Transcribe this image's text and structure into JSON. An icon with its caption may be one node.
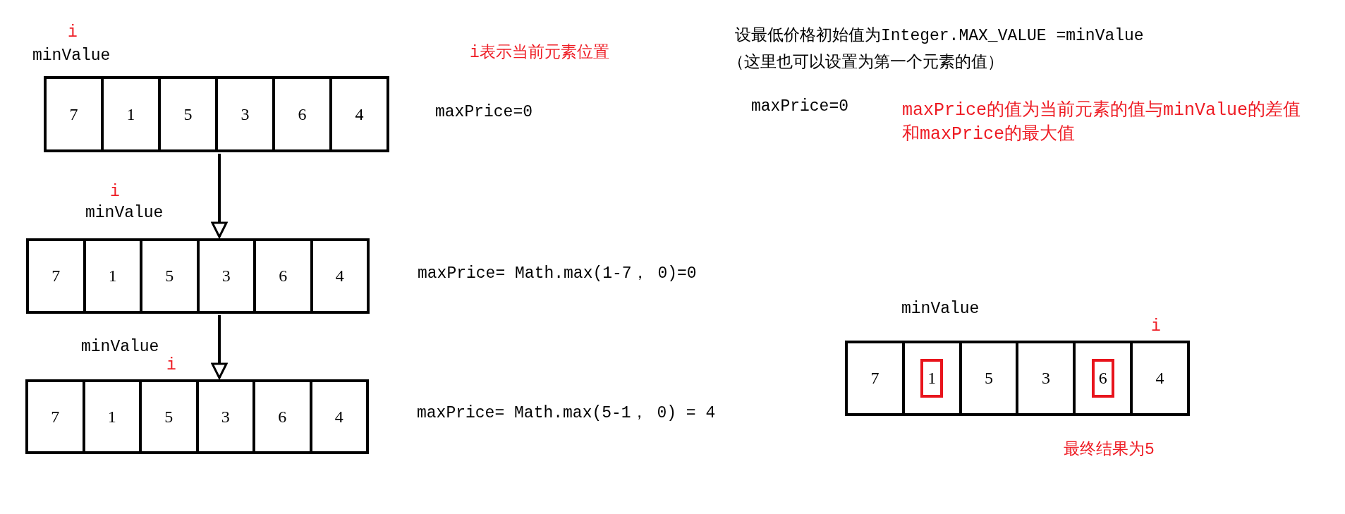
{
  "diagram": {
    "nodes": [
      {
        "text": [],
        "shape": "box"
      },
      {
        "text": [
          "7"
        ],
        "in": 0
      },
      {
        "text": [
          "1"
        ],
        "in": 0
      },
      {
        "text": [
          "5"
        ],
        "in": 0
      },
      {
        "text": [
          "3"
        ],
        "in": 0
      },
      {
        "text": [
          "6"
        ],
        "in": 0
      },
      {
        "text": [
          "4"
        ],
        "in": 0
      },
      {
        "text": [],
        "shape": "box"
      },
      {
        "text": [
          "7"
        ],
        "in": 7
      },
      {
        "text": [
          "1"
        ],
        "in": 7
      },
      {
        "text": [
          "5"
        ],
        "in": 7
      },
      {
        "text": [
          "3"
        ],
        "in": 7
      },
      {
        "text": [
          "6"
        ],
        "in": 7
      },
      {
        "text": [
          "4"
        ],
        "in": 7
      },
      {
        "text": [],
        "shape": "box"
      },
      {
        "text": [
          "7"
        ],
        "in": 14
      },
      {
        "text": [
          "1"
        ],
        "in": 14
      },
      {
        "text": [
          "5"
        ],
        "in": 14
      },
      {
        "text": [
          "3"
        ],
        "in": 14
      },
      {
        "text": [
          "6"
        ],
        "in": 14
      },
      {
        "text": [
          "4"
        ],
        "in": 14
      },
      {
        "text": [],
        "shape": "box"
      },
      {
        "text": [
          "7"
        ],
        "in": 21
      },
      {
        "text": [
          "1"
        ],
        "in": 21
      },
      {
        "text": [
          "5"
        ],
        "in": 21
      },
      {
        "text": [
          "3"
        ],
        "in": 21
      },
      {
        "text": [
          "6"
        ],
        "in": 21
      },
      {
        "text": [
          "4"
        ],
        "in": 21
      }
    ],
    "edges": [
      {
        "from": 0,
        "to": 7,
        "arrow": "to"
      },
      {
        "from": 7,
        "to": 14,
        "arrow": "to"
      }
    ],
    "labels": [
      "i",
      "minValue",
      "i表示当前元素位置",
      "maxPrice=0",
      "设最低价格初始值为Integer.MAX_VALUE =minValue",
      "（这里也可以设置为第一个元素的值）",
      "maxPrice=0",
      "maxPrice的值为当前元素的值与minValue的差值和maxPrice的最大值",
      "i",
      "minValue",
      "maxPrice= Math.max(1-7， 0)=0",
      "minValue",
      "i",
      "maxPrice= Math.max(5-1， 0) = 4",
      "minValue",
      "i",
      "最终结果为5"
    ]
  }
}
